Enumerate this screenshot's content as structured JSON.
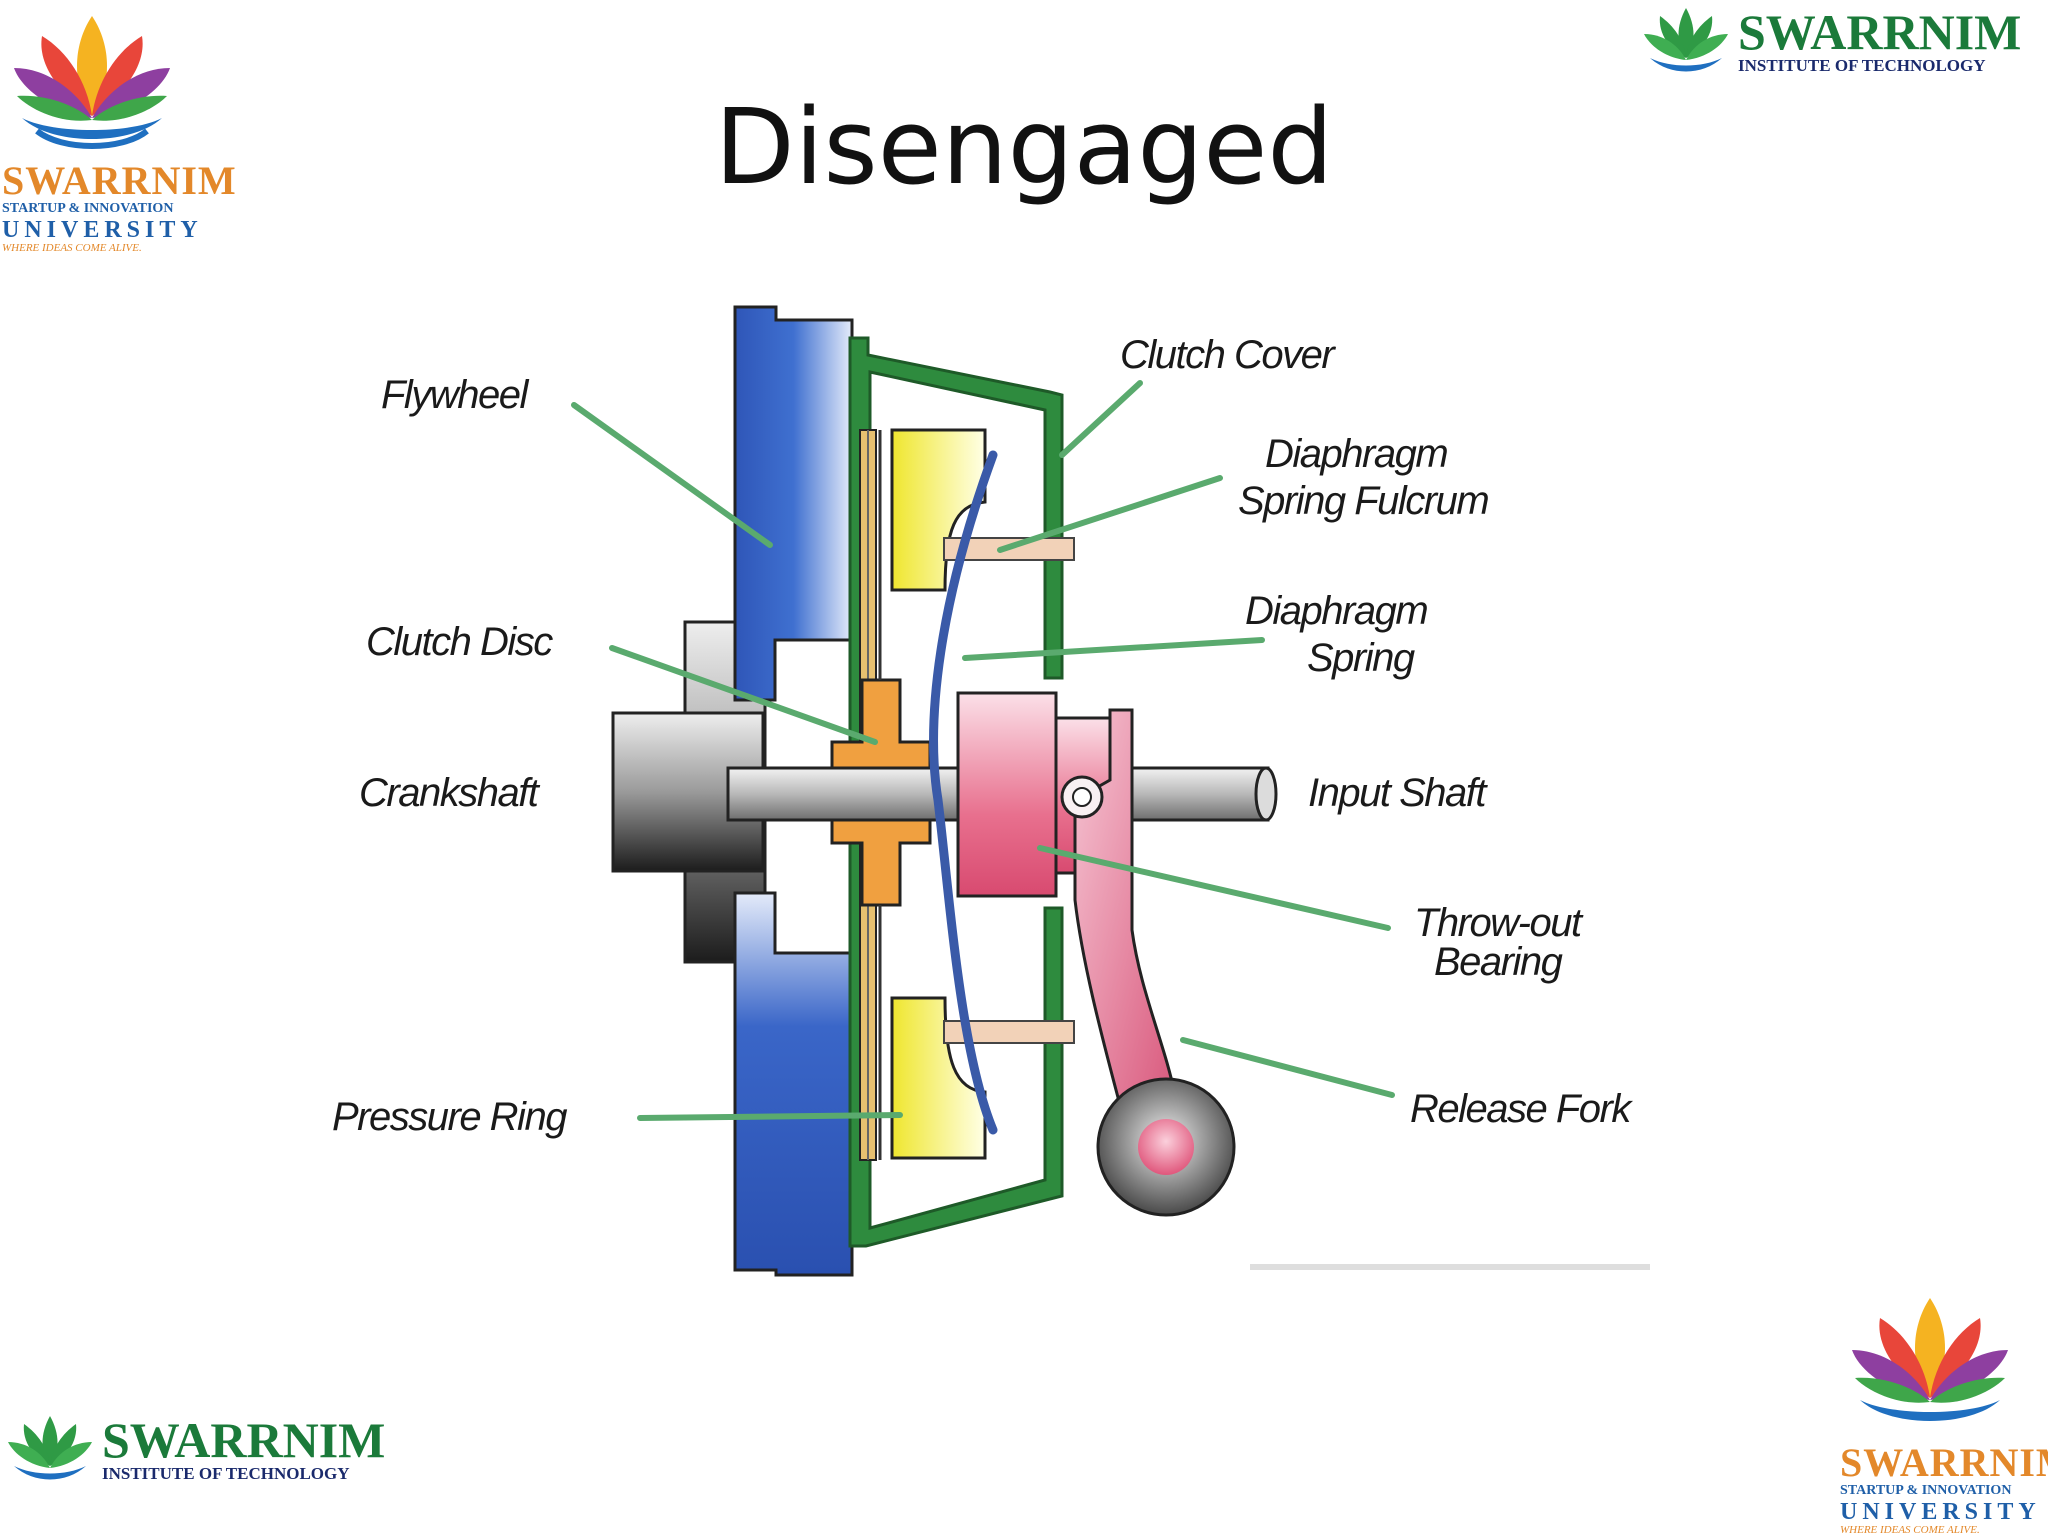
{
  "slide": {
    "title": "Disengaged"
  },
  "logos": {
    "university": {
      "name": "SWARRNIM",
      "line1": "STARTUP & INNOVATION",
      "line2": "UNIVERSITY",
      "tagline": "WHERE IDEAS COME ALIVE."
    },
    "institute": {
      "name": "SWARRNIM",
      "line1": "INSTITUTE OF TECHNOLOGY"
    }
  },
  "diagram": {
    "labels": {
      "flywheel": "Flywheel",
      "clutch_cover": "Clutch Cover",
      "fulcrum_line1": "Diaphragm",
      "fulcrum_line2": "Spring Fulcrum",
      "spring_line1": "Diaphragm",
      "spring_line2": "Spring",
      "clutch_disc": "Clutch Disc",
      "crankshaft": "Crankshaft",
      "input_shaft": "Input Shaft",
      "throwout_line1": "Throw-out",
      "throwout_line2": "Bearing",
      "pressure_ring": "Pressure Ring",
      "release_fork": "Release Fork"
    },
    "colors": {
      "flywheel": "#2f5fbf",
      "crankshaft": "#9a9a9a",
      "clutch_disc": "#f0a040",
      "pressure_ring": "#f2ec3a",
      "diaphragm_spring": "#3a5aa8",
      "clutch_cover": "#2e8b3e",
      "bearing": "#e06080",
      "leader_line": "#5aaa6e"
    }
  }
}
